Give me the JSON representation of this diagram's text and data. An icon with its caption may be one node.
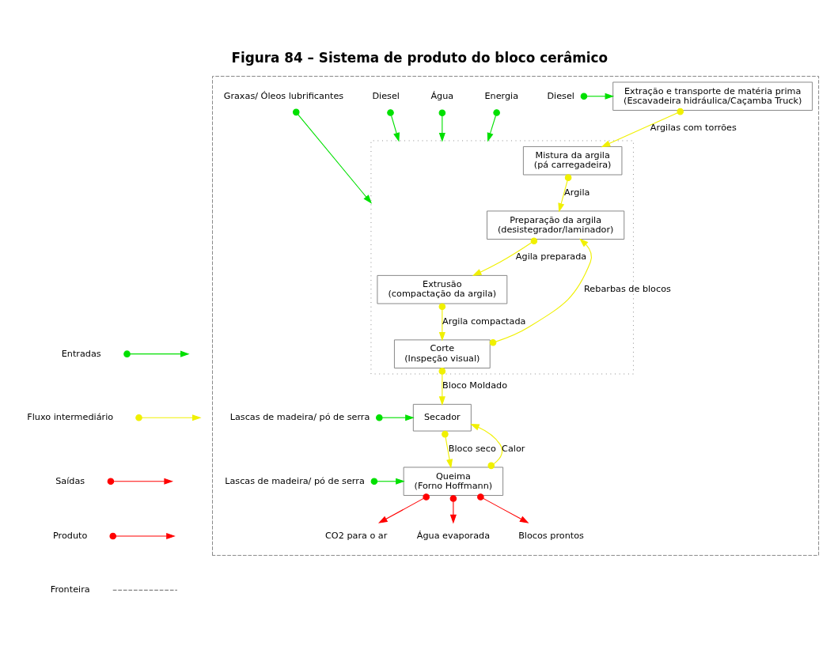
{
  "diagram": {
    "title": "Figura 84 – Sistema de produto do bloco cerâmico",
    "nodes": [
      {
        "text": [],
        "shape": "box"
      },
      {
        "text": [
          "Diesel"
        ],
        "in": 0
      },
      {
        "text": [
          "Extração e transporte de matéria prima",
          "(Escavadeira hidráulica/Caçamba Truck)"
        ],
        "in": 0
      },
      {
        "text": [],
        "shape": "box",
        "in": 0
      },
      {
        "text": [
          "Energia"
        ],
        "in": 0
      },
      {
        "text": [
          "Água"
        ],
        "in": 0
      },
      {
        "text": [
          "Diesel"
        ],
        "in": 0
      },
      {
        "text": [
          "Graxas/ Óleos lubrificantes"
        ],
        "in": 0
      },
      {
        "text": [
          "Mistura da argila",
          "(pá carregadeira)"
        ],
        "in": 3
      },
      {
        "text": [
          "Preparação da argila",
          "(desistegrador/laminador)"
        ],
        "in": 3
      },
      {
        "text": [
          "Extrusão",
          "(compactação da argila)"
        ],
        "in": 3
      },
      {
        "text": [
          "Corte",
          "(Inspeção visual)"
        ],
        "in": 3
      },
      {
        "text": [
          "Lascas de madeira/ pó de serra"
        ],
        "in": 0
      },
      {
        "text": [
          "Secador"
        ],
        "in": 0
      },
      {
        "text": [
          "Lascas de madeira/ pó de serra"
        ],
        "in": 0
      },
      {
        "text": [
          "Queima",
          "(Forno Hoffmann)"
        ],
        "in": 0
      },
      {
        "text": [
          "CO2 para o ar"
        ],
        "in": 0
      },
      {
        "text": [
          "Água evaporada"
        ],
        "in": 0
      },
      {
        "text": [
          "Blocos prontos"
        ],
        "in": 0
      }
    ],
    "edges": [
      {
        "from": 1,
        "to": 2,
        "arrow": "to",
        "color": "#00e000"
      },
      {
        "from": 2,
        "to": 8,
        "arrow": "to",
        "label": "Argilas com torrões",
        "color": "#f0f000"
      },
      {
        "from": 4,
        "to": 3,
        "arrow": "to",
        "color": "#00e000"
      },
      {
        "from": 5,
        "to": 3,
        "arrow": "to",
        "color": "#00e000"
      },
      {
        "from": 6,
        "to": 3,
        "arrow": "to",
        "color": "#00e000"
      },
      {
        "from": 7,
        "to": 3,
        "arrow": "to",
        "color": "#00e000"
      },
      {
        "from": 8,
        "to": 9,
        "arrow": "to",
        "label": "Argila",
        "color": "#f0f000"
      },
      {
        "from": 9,
        "to": 10,
        "arrow": "to",
        "label": "Agila preparada",
        "color": "#f0f000"
      },
      {
        "from": 10,
        "to": 11,
        "arrow": "to",
        "label": "Argila compactada",
        "color": "#f0f000"
      },
      {
        "from": 11,
        "to": 9,
        "arrow": "to",
        "label": "Rebarbas de blocos",
        "color": "#f0f000"
      },
      {
        "from": 11,
        "to": 13,
        "arrow": "to",
        "label": "Bloco Moldado",
        "color": "#f0f000"
      },
      {
        "from": 12,
        "to": 13,
        "arrow": "to",
        "color": "#00e000"
      },
      {
        "from": 13,
        "to": 15,
        "arrow": "to",
        "label": "Bloco seco",
        "color": "#f0f000"
      },
      {
        "from": 15,
        "to": 13,
        "arrow": "to",
        "label": "Calor",
        "color": "#f0f000"
      },
      {
        "from": 14,
        "to": 15,
        "arrow": "to",
        "color": "#00e000"
      },
      {
        "from": 15,
        "to": 16,
        "arrow": "to",
        "color": "#ff0000"
      },
      {
        "from": 15,
        "to": 17,
        "arrow": "to",
        "color": "#ff0000"
      },
      {
        "from": 15,
        "to": 18,
        "arrow": "to",
        "color": "#ff0000"
      }
    ],
    "legend": [
      {
        "text": "Entradas",
        "color": "#00e000"
      },
      {
        "text": "Fluxo intermediário",
        "color": "#f0f000"
      },
      {
        "text": "Saídas",
        "color": "#ff0000"
      },
      {
        "text": "Produto",
        "color": "#ff0000"
      },
      {
        "text": "Fronteira"
      }
    ]
  }
}
